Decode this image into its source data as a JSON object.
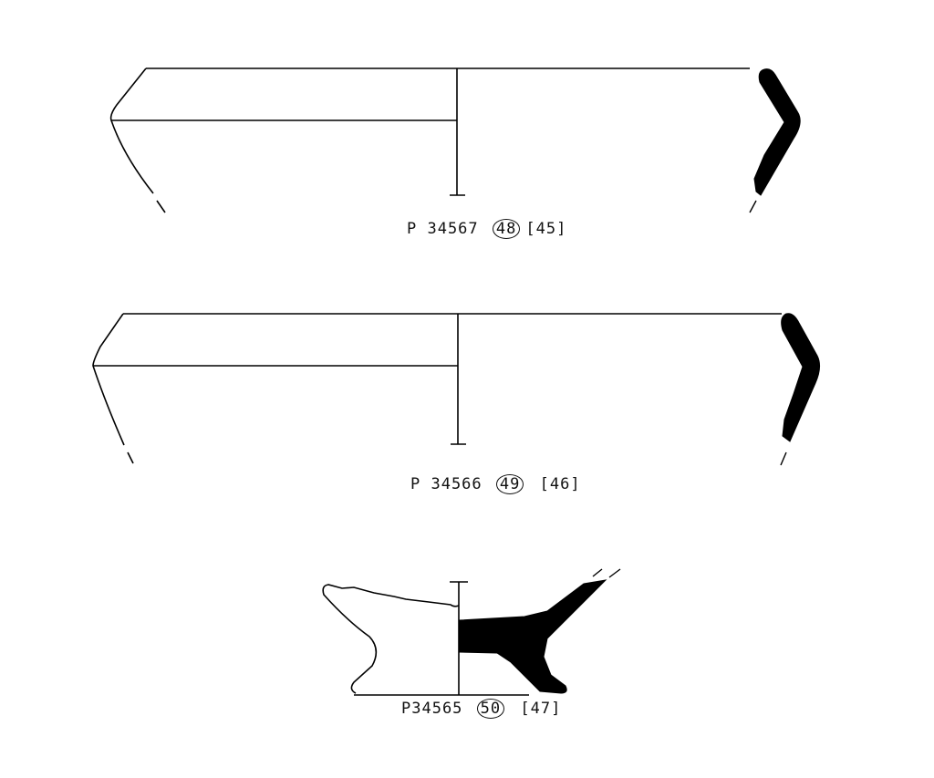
{
  "drawing": {
    "type": "archaeological pottery profile drawings",
    "colors": {
      "ink": "#000000",
      "paper": "#ffffff"
    }
  },
  "vessels": [
    {
      "id": "vessel-1",
      "catalogue": "P 34567",
      "circled_number": "48",
      "bracket_number": "[45]",
      "view": "rim profile with section"
    },
    {
      "id": "vessel-2",
      "catalogue": "P 34566",
      "circled_number": "49",
      "bracket_number": "[46]",
      "view": "rim profile with section"
    },
    {
      "id": "vessel-3",
      "catalogue": "P34565",
      "circled_number": "50",
      "bracket_number": "[47]",
      "view": "base profile with section"
    }
  ]
}
